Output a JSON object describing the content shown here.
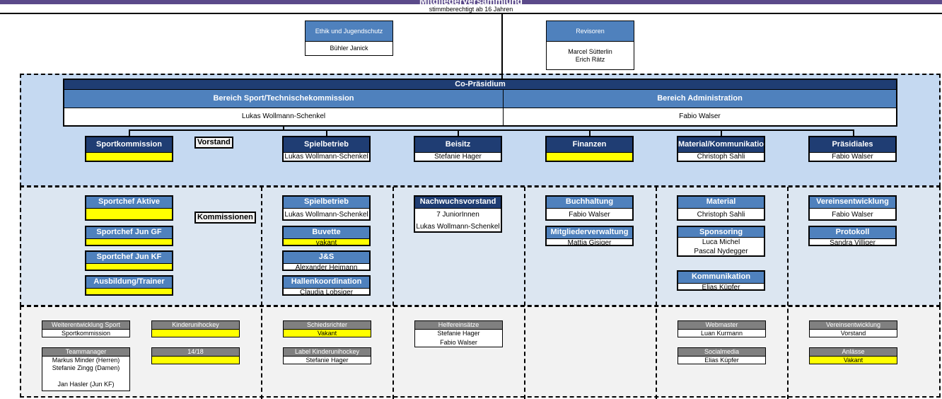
{
  "header": {
    "title": "Mitgliederversammlung",
    "subtitle": "stimmberechtigt ab 16 Jahren"
  },
  "top_boxes": [
    {
      "title": "Ethik und Jugendschutz",
      "lines": [
        "Bühler Janick"
      ]
    },
    {
      "title": "Revisoren",
      "lines": [
        "Marcel Sütterlin",
        "Erich Rätz"
      ]
    }
  ],
  "copraesidium": {
    "title": "Co-Präsidium",
    "left": {
      "title": "Bereich Sport/Technischekommission",
      "person": "Lukas Wollmann-Schenkel"
    },
    "right": {
      "title": "Bereich Administration",
      "person": "Fabio Walser"
    }
  },
  "labels": {
    "vorstand": "Vorstand",
    "kommissionen": "Kommissionen"
  },
  "vorstand": [
    {
      "title": "Sportkommission",
      "value": "",
      "vacant": true
    },
    {
      "title": "Spielbetrieb",
      "value": "Lukas Wollmann-Schenkel",
      "vacant": false
    },
    {
      "title": "Beisitz",
      "value": "Stefanie Hager",
      "vacant": false
    },
    {
      "title": "Finanzen",
      "value": "",
      "vacant": true
    },
    {
      "title": "Material/Kommunikation",
      "value": "Christoph Sahli",
      "vacant": false
    },
    {
      "title": "Präsidiales",
      "value": "Fabio Walser",
      "vacant": false
    }
  ],
  "kommissionen": [
    {
      "title": "Sportchef Aktive",
      "lines": [
        ""
      ],
      "vacant": true
    },
    {
      "title": "Sportchef Jun GF",
      "lines": [
        ""
      ],
      "vacant": true
    },
    {
      "title": "Sportchef Jun KF",
      "lines": [
        ""
      ],
      "vacant": true
    },
    {
      "title": "Ausbildung/Trainer",
      "lines": [
        ""
      ],
      "vacant": true
    },
    {
      "title": "Spielbetrieb",
      "lines": [
        "Lukas Wollmann-Schenkel"
      ],
      "vacant": false
    },
    {
      "title": "Buvette",
      "lines": [
        "vakant"
      ],
      "vacant": true
    },
    {
      "title": "J&S",
      "lines": [
        "Alexander Heimann"
      ],
      "vacant": false
    },
    {
      "title": "Hallenkoordination",
      "lines": [
        "Claudia Lobsiger"
      ],
      "vacant": false
    },
    {
      "title": "Nachwuchsvorstand",
      "lines": [
        "7 JuniorInnen",
        "Lukas Wollmann-Schenkel"
      ],
      "vacant": false
    },
    {
      "title": "Buchhaltung",
      "lines": [
        "Fabio Walser"
      ],
      "vacant": false
    },
    {
      "title": "Mitgliederverwaltung",
      "lines": [
        "Mattia Gisiger"
      ],
      "vacant": false
    },
    {
      "title": "Material",
      "lines": [
        "Christoph Sahli"
      ],
      "vacant": false
    },
    {
      "title": "Sponsoring",
      "lines": [
        "Luca Michel",
        "Pascal Nydegger"
      ],
      "vacant": false
    },
    {
      "title": "Kommunikation",
      "lines": [
        "Elias Küpfer"
      ],
      "vacant": false
    },
    {
      "title": "Vereinsentwicklung",
      "lines": [
        "Fabio Walser"
      ],
      "vacant": false
    },
    {
      "title": "Protokoll",
      "lines": [
        "Sandra Villiger"
      ],
      "vacant": false
    }
  ],
  "gruppen": [
    {
      "title": "Weiterentwicklung Sport",
      "lines": [
        "Sportkommission"
      ],
      "vacant": false
    },
    {
      "title": "Teammanager",
      "lines": [
        "Markus Minder (Herren)",
        "Stefanie Zingg (Damen)",
        "",
        "Jan Hasler (Jun KF)"
      ],
      "vacant": false
    },
    {
      "title": "Kinderunihockey",
      "lines": [
        ""
      ],
      "vacant": true
    },
    {
      "title": "14/18",
      "lines": [
        ""
      ],
      "vacant": true
    },
    {
      "title": "Schiedsrichter",
      "lines": [
        "Vakant"
      ],
      "vacant": true
    },
    {
      "title": "Label Kinderunihockey",
      "lines": [
        "Stefanie Hager"
      ],
      "vacant": false
    },
    {
      "title": "Helfereinsätze",
      "lines": [
        "Stefanie Hager",
        "Fabio Walser"
      ],
      "vacant": false
    },
    {
      "title": "Webmaster",
      "lines": [
        "Luan Kurmann"
      ],
      "vacant": false
    },
    {
      "title": "Socialmedia",
      "lines": [
        "Elias Küpfer"
      ],
      "vacant": false
    },
    {
      "title": "Vereinsentwicklung",
      "lines": [
        "Vorstand"
      ],
      "vacant": false
    },
    {
      "title": "Anlässe",
      "lines": [
        "Vakant"
      ],
      "vacant": true
    }
  ],
  "colors": {
    "header_bar": "#5b4a8a",
    "box_header": "#4f81bd",
    "copraesidium_header": "#1f3d73",
    "vorstand_zone": "#c5d9f1",
    "kommissionen_zone": "#dce6f1",
    "gruppen_zone": "#f2f2f2",
    "group_header": "#808080",
    "vacant": "#ffff00"
  }
}
